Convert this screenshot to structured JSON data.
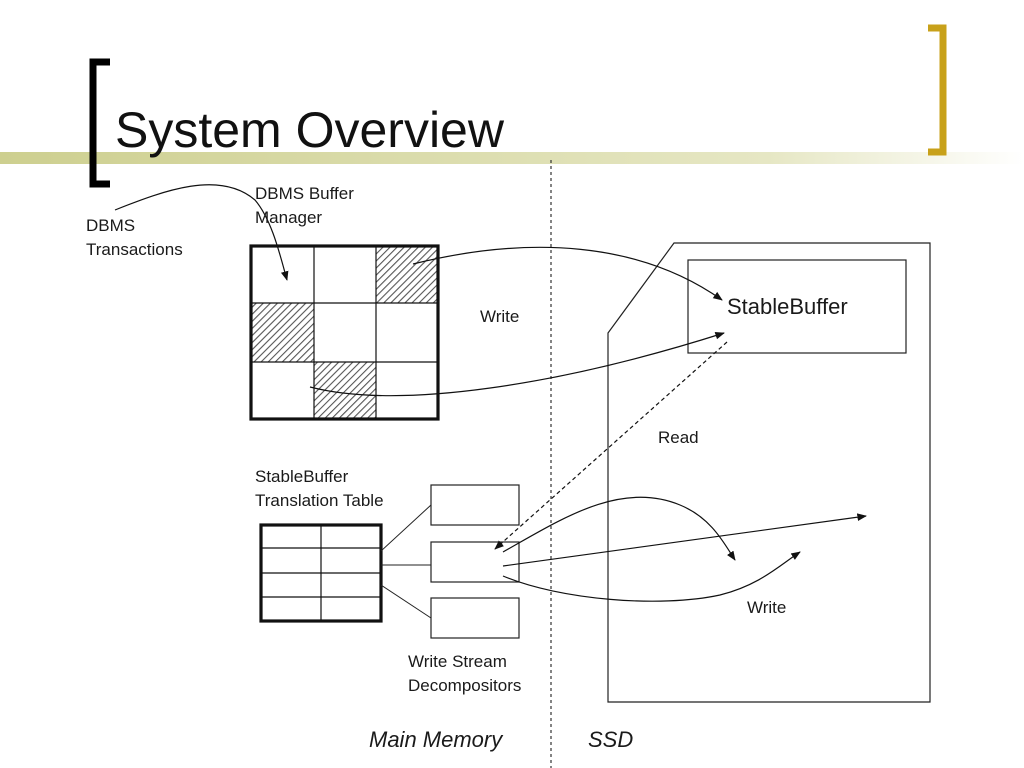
{
  "slide": {
    "title": "System Overview",
    "colors": {
      "title_bar": "#cdcf8f",
      "bracket_left": "#000000",
      "bracket_right": "#c8a11a",
      "hatch": "#555555"
    }
  },
  "labels": {
    "dbms_transactions": [
      "DBMS",
      "Transactions"
    ],
    "buffer_manager": [
      "DBMS Buffer",
      "Manager"
    ],
    "translation_table": [
      "StableBuffer",
      "Translation Table"
    ],
    "decompositors": [
      "Write Stream",
      "Decompositors"
    ],
    "stable_buffer": "StableBuffer",
    "write_top": "Write",
    "read": "Read",
    "write_bottom": "Write",
    "main_memory": "Main Memory",
    "ssd": "SSD"
  }
}
